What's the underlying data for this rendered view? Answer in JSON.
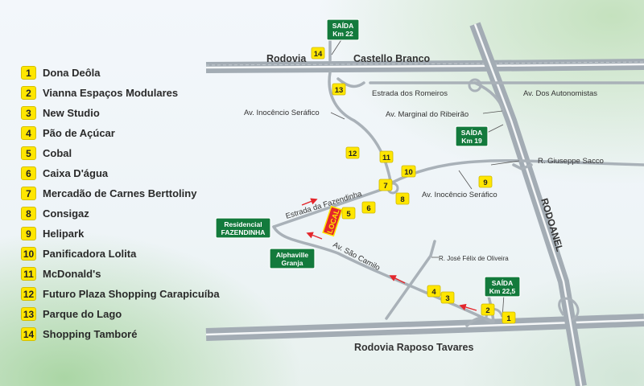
{
  "legend": {
    "items": [
      {
        "num": "1",
        "label": "Dona Deôla"
      },
      {
        "num": "2",
        "label": "Vianna Espaços Modulares"
      },
      {
        "num": "3",
        "label": "New Studio"
      },
      {
        "num": "4",
        "label": "Pão de Açúcar"
      },
      {
        "num": "5",
        "label": "Cobal"
      },
      {
        "num": "6",
        "label": "Caixa D'água"
      },
      {
        "num": "7",
        "label": "Mercadão de Carnes Berttoliny"
      },
      {
        "num": "8",
        "label": "Consigaz"
      },
      {
        "num": "9",
        "label": "Helipark"
      },
      {
        "num": "10",
        "label": "Panificadora Lolita"
      },
      {
        "num": "11",
        "label": "McDonald's"
      },
      {
        "num": "12",
        "label": "Futuro Plaza Shopping Carapicuíba"
      },
      {
        "num": "13",
        "label": "Parque do Lago"
      },
      {
        "num": "14",
        "label": "Shopping Tamboré"
      }
    ]
  },
  "roads": {
    "castello_left": "Rodovia",
    "castello_right": "Castello Branco",
    "romeiros": "Estrada dos Romeiros",
    "autonomistas": "Av. Dos Autonomistas",
    "inocencio_top": "Av. Inocêncio Seráfico",
    "marginal": "Av. Marginal do Ribeirão",
    "giuseppe": "R. Giuseppe Sacco",
    "inocencio_bottom": "Av. Inocêncio Seráfico",
    "fazendinha": "Estrada da Fazendinha",
    "sao_camilo": "Av. São Camilo",
    "jose_felix": "R. José Félix de Oliveira",
    "rodoanel": "RODOANEL",
    "raposo": "Rodovia Raposo Tavares"
  },
  "signs": {
    "saida_22_line1": "SAÍDA",
    "saida_22_line2": "Km 22",
    "saida_19_line1": "SAÍDA",
    "saida_19_line2": "Km 19",
    "saida_225_line1": "SAÍDA",
    "saida_225_line2": "Km 22,5",
    "residencial_line1": "Residencial",
    "residencial_line2": "FAZENDINHA",
    "alphaville_line1": "Alphaville",
    "alphaville_line2": "Granja"
  },
  "local_marker": "LOCAL",
  "map_markers": [
    "14",
    "13",
    "12",
    "11",
    "10",
    "7",
    "8",
    "5",
    "6",
    "9",
    "4",
    "3",
    "2",
    "1"
  ],
  "colors": {
    "badge": "#ffe600",
    "sign_green": "#137a3c",
    "local_red": "#e4262c",
    "road": "#a9b1b8",
    "arrow": "#e4262c"
  }
}
